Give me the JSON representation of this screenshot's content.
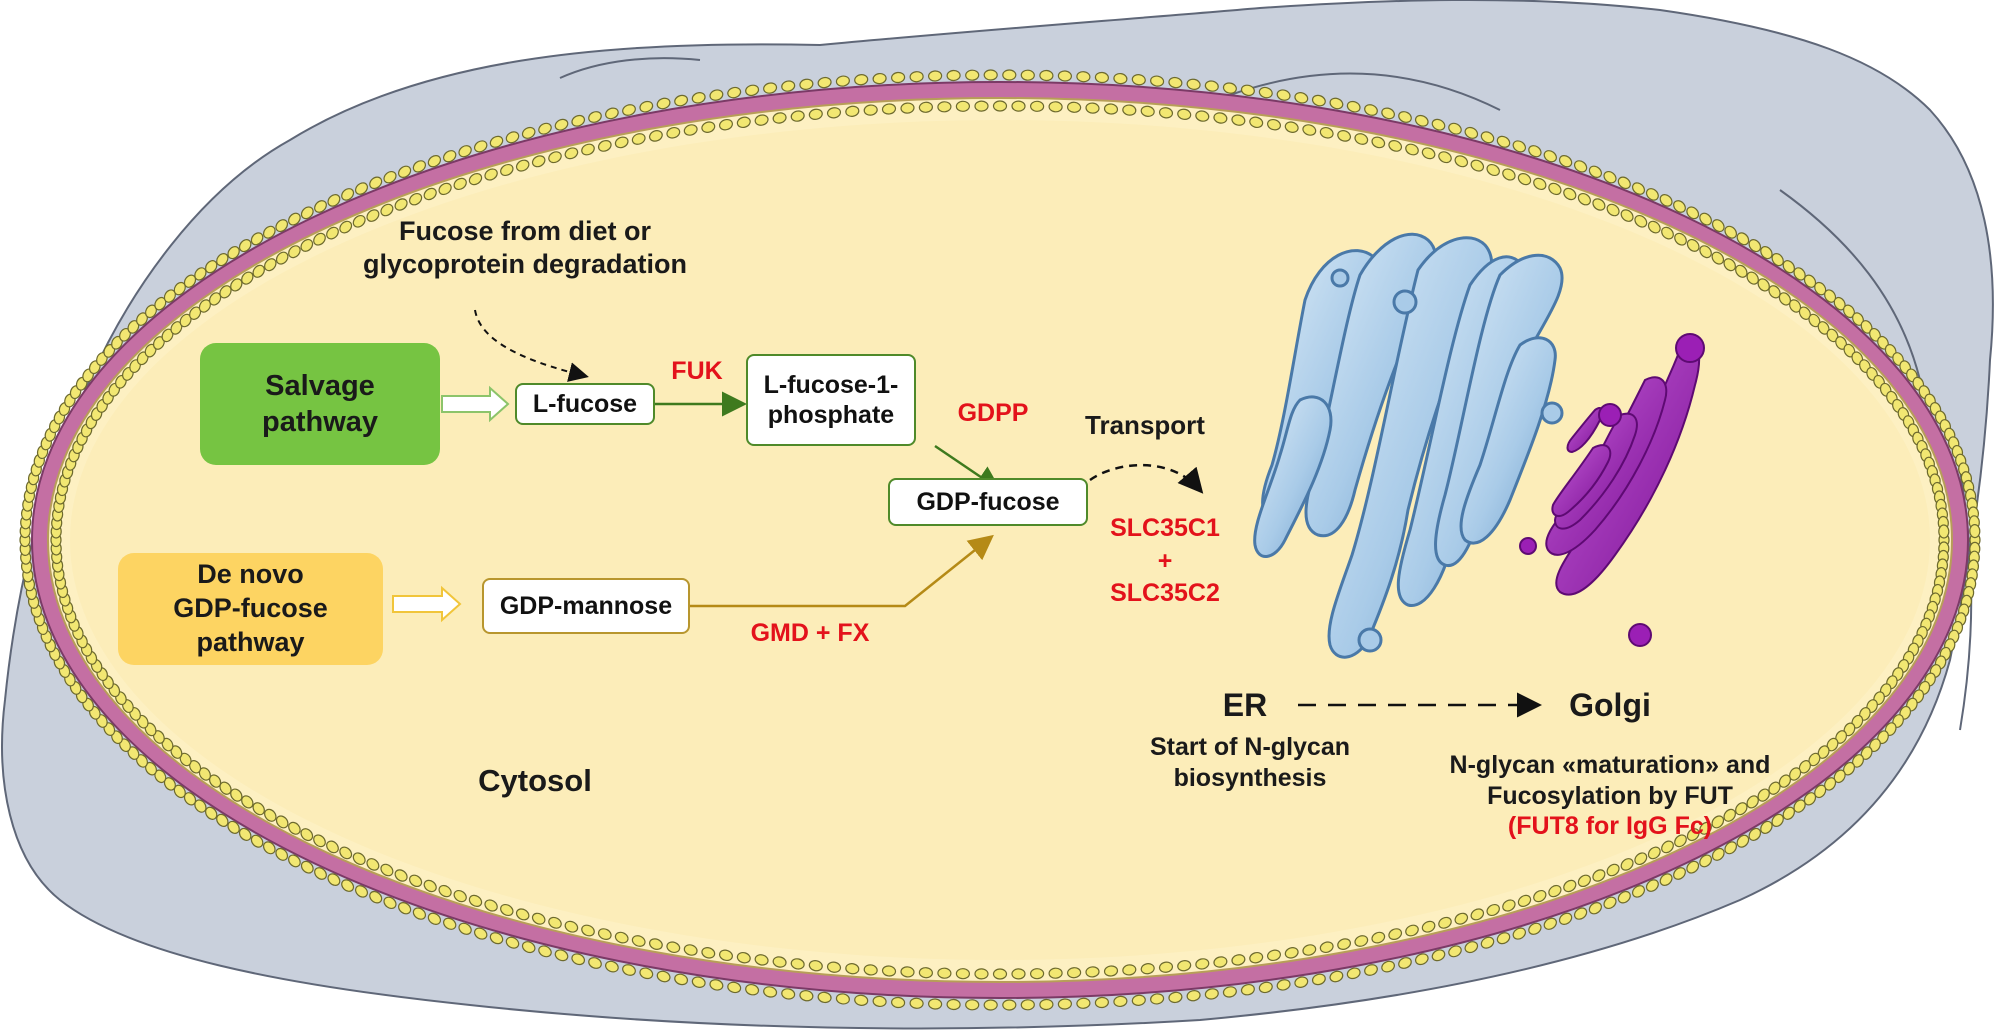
{
  "pathways": {
    "salvage": {
      "label_line1": "Salvage",
      "label_line2": "pathway",
      "color": "#76c442"
    },
    "denovo": {
      "label_line1": "De novo",
      "label_line2": "GDP-fucose",
      "label_line3": "pathway",
      "color": "#fdd462"
    }
  },
  "source_note": {
    "line1": "Fucose from diet or",
    "line2": "glycoprotein degradation"
  },
  "metabolites": {
    "l_fucose": "L-fucose",
    "l_fucose_1_phosphate_line1": "L-fucose-1-",
    "l_fucose_1_phosphate_line2": "phosphate",
    "gdp_fucose": "GDP-fucose",
    "gdp_mannose": "GDP-mannose"
  },
  "enzymes": {
    "fuk": "FUK",
    "gdpp": "GDPP",
    "gmd_fx": "GMD + FX",
    "slc35c1": "SLC35C1",
    "plus": "+",
    "slc35c2": "SLC35C2"
  },
  "transport_label": "Transport",
  "compartments": {
    "cytosol": "Cytosol",
    "er": "ER",
    "golgi": "Golgi"
  },
  "er_caption": {
    "line1": "Start of N-glycan",
    "line2": "biosynthesis"
  },
  "golgi_caption": {
    "line1": "N-glycan «maturation» and",
    "line2": "Fucosylation by FUT",
    "line3": "(FUT8 for IgG Fc)"
  },
  "colors": {
    "cytoplasm": "#fdf0c2",
    "membrane_outer": "#c9d0dc",
    "membrane_pink": "#c46fa3",
    "bead": "#f2e772",
    "er": "#9ec3e3",
    "golgi": "#9b1fb5",
    "enzyme_red": "#e3121b",
    "salvage_arrow": "#3e7a1e",
    "denovo_arrow": "#b58a16"
  }
}
